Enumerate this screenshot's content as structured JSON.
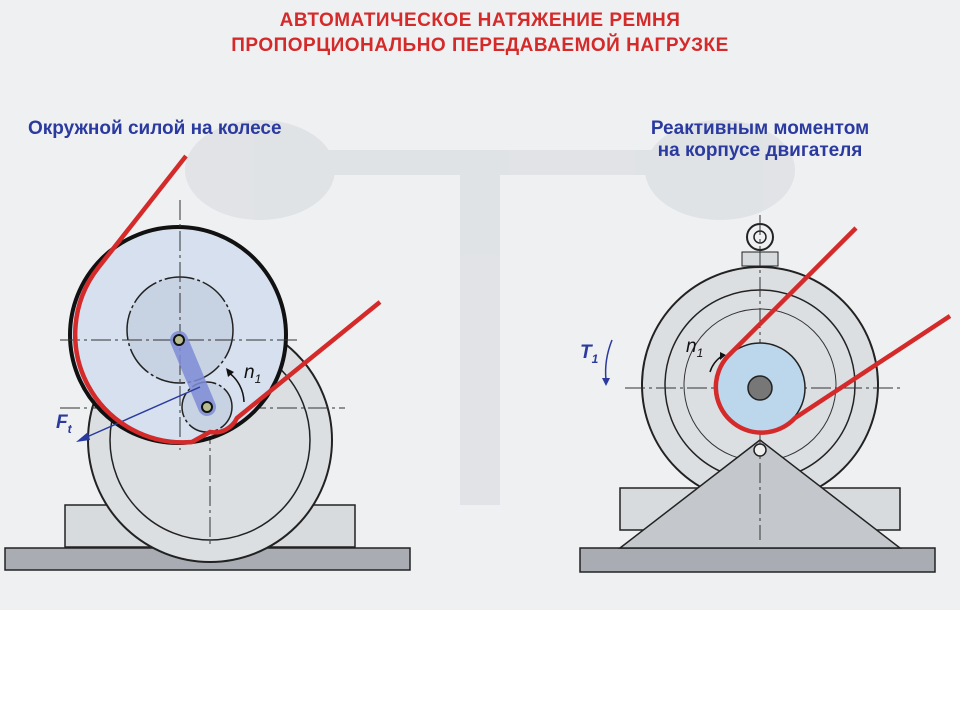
{
  "title": {
    "line1": "АВТОМАТИЧЕСКОЕ  НАТЯЖЕНИЕ  РЕМНЯ",
    "line2": "ПРОПОРЦИОНАЛЬНО  ПЕРЕДАВАЕМОЙ  НАГРУЗКЕ"
  },
  "left": {
    "heading": "Окружной силой на колесе",
    "force_label": "F",
    "force_sub": "t",
    "speed_label": "n",
    "speed_sub": "1"
  },
  "right": {
    "heading_line1": "Реактивным моментом",
    "heading_line2": "на корпусе двигателя",
    "torque_label": "T",
    "torque_sub": "1",
    "speed_label": "n",
    "speed_sub": "1"
  },
  "colors": {
    "belt": "#d42a2a",
    "heading": "#2b3a9e",
    "body": "#dcdfe2",
    "wheel": "#d6e0ef"
  }
}
